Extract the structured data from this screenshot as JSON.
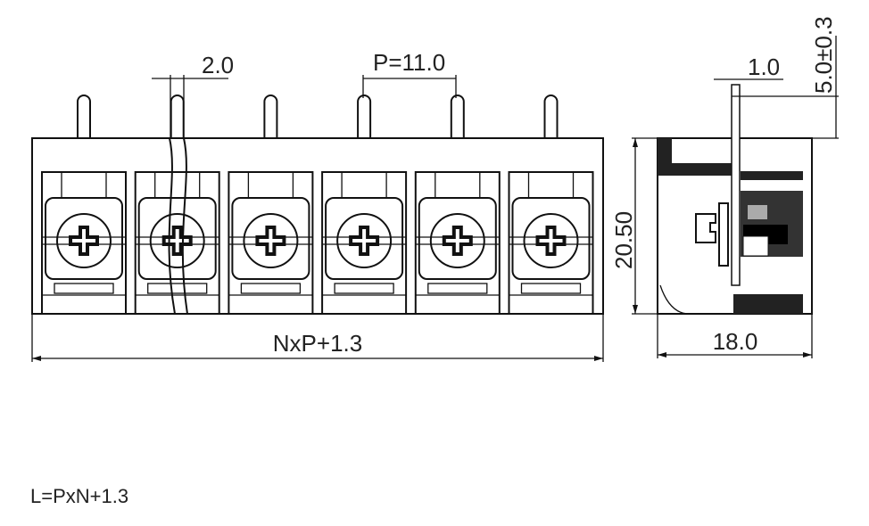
{
  "front_view": {
    "terminal_count": 6,
    "pin_thickness_label": "2.0",
    "pitch_label": "P=11.0",
    "length_label": "NxP+1.3"
  },
  "side_view": {
    "pin_width_label": "1.0",
    "pin_length_label": "5.0±0.3",
    "height_label": "20.50",
    "depth_label": "18.0"
  },
  "formula": "L=PxN+1.3"
}
